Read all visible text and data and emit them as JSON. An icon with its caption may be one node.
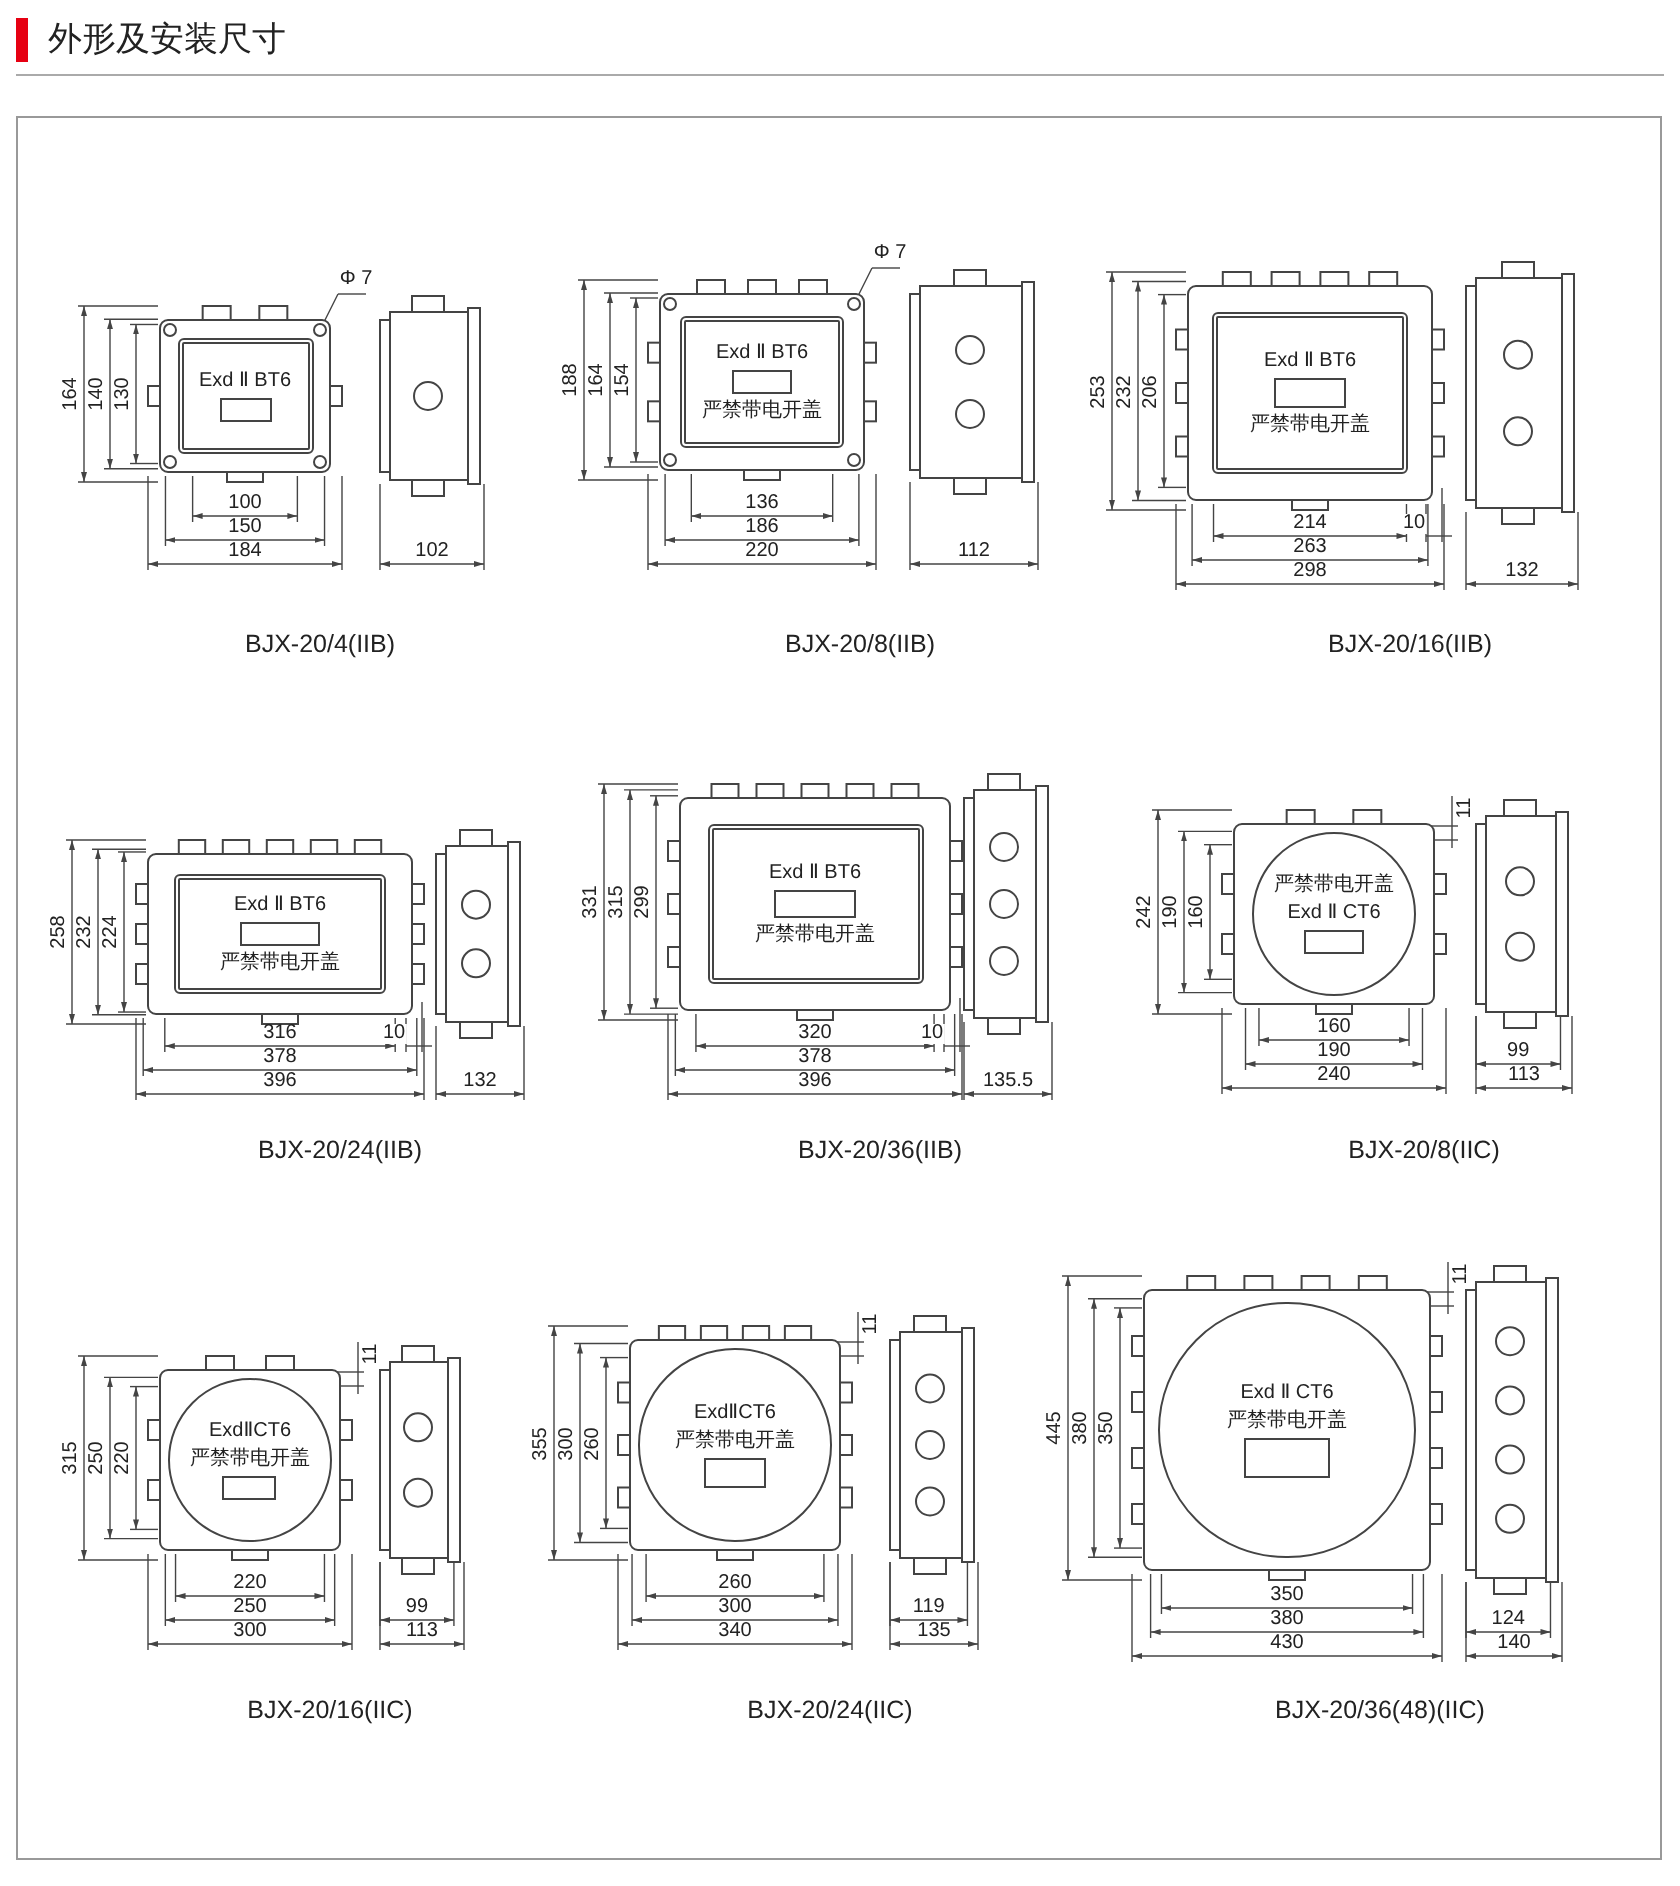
{
  "diagram": {
    "title": "外形及安装尺寸",
    "nodes": [
      {
        "text": [
          "Exd Ⅱ BT6"
        ]
      },
      {
        "text": [
          "Exd Ⅱ BT6",
          "严禁带电开盖"
        ]
      },
      {
        "text": [
          "Exd Ⅱ BT6",
          "严禁带电开盖"
        ]
      },
      {
        "text": [
          "Exd Ⅱ BT6",
          "严禁带电开盖"
        ]
      },
      {
        "text": [
          "Exd Ⅱ BT6",
          "严禁带电开盖"
        ]
      },
      {
        "text": [
          "严禁带电开盖",
          "Exd Ⅱ CT6"
        ]
      },
      {
        "text": [
          "ExdⅡCT6",
          "严禁带电开盖"
        ]
      },
      {
        "text": [
          "ExdⅡCT6",
          "严禁带电开盖"
        ]
      },
      {
        "text": [
          "Exd Ⅱ CT6",
          "严禁带电开盖"
        ]
      }
    ],
    "edges": [],
    "labels": [
      "164",
      "140",
      "130",
      "Φ 7",
      "100",
      "150",
      "184",
      "102",
      "BJX-20/4(IIB)",
      "188",
      "164",
      "154",
      "Φ 7",
      "136",
      "186",
      "220",
      "112",
      "BJX-20/8(IIB)",
      "253",
      "232",
      "206",
      "214",
      "10",
      "263",
      "298",
      "132",
      "BJX-20/16(IIB)",
      "258",
      "232",
      "224",
      "316",
      "10",
      "378",
      "396",
      "132",
      "BJX-20/24(IIB)",
      "331",
      "315",
      "299",
      "320",
      "10",
      "378",
      "396",
      "135.5",
      "BJX-20/36(IIB)",
      "242",
      "190",
      "160",
      "11",
      "160",
      "190",
      "240",
      "99",
      "113",
      "BJX-20/8(IIC)",
      "315",
      "250",
      "220",
      "11",
      "220",
      "250",
      "300",
      "99",
      "113",
      "BJX-20/16(IIC)",
      "355",
      "300",
      "260",
      "11",
      "260",
      "300",
      "340",
      "119",
      "135",
      "BJX-20/24(IIC)",
      "445",
      "380",
      "350",
      "11",
      "350",
      "380",
      "430",
      "124",
      "140",
      "BJX-20/36(48)(IIC)"
    ]
  }
}
